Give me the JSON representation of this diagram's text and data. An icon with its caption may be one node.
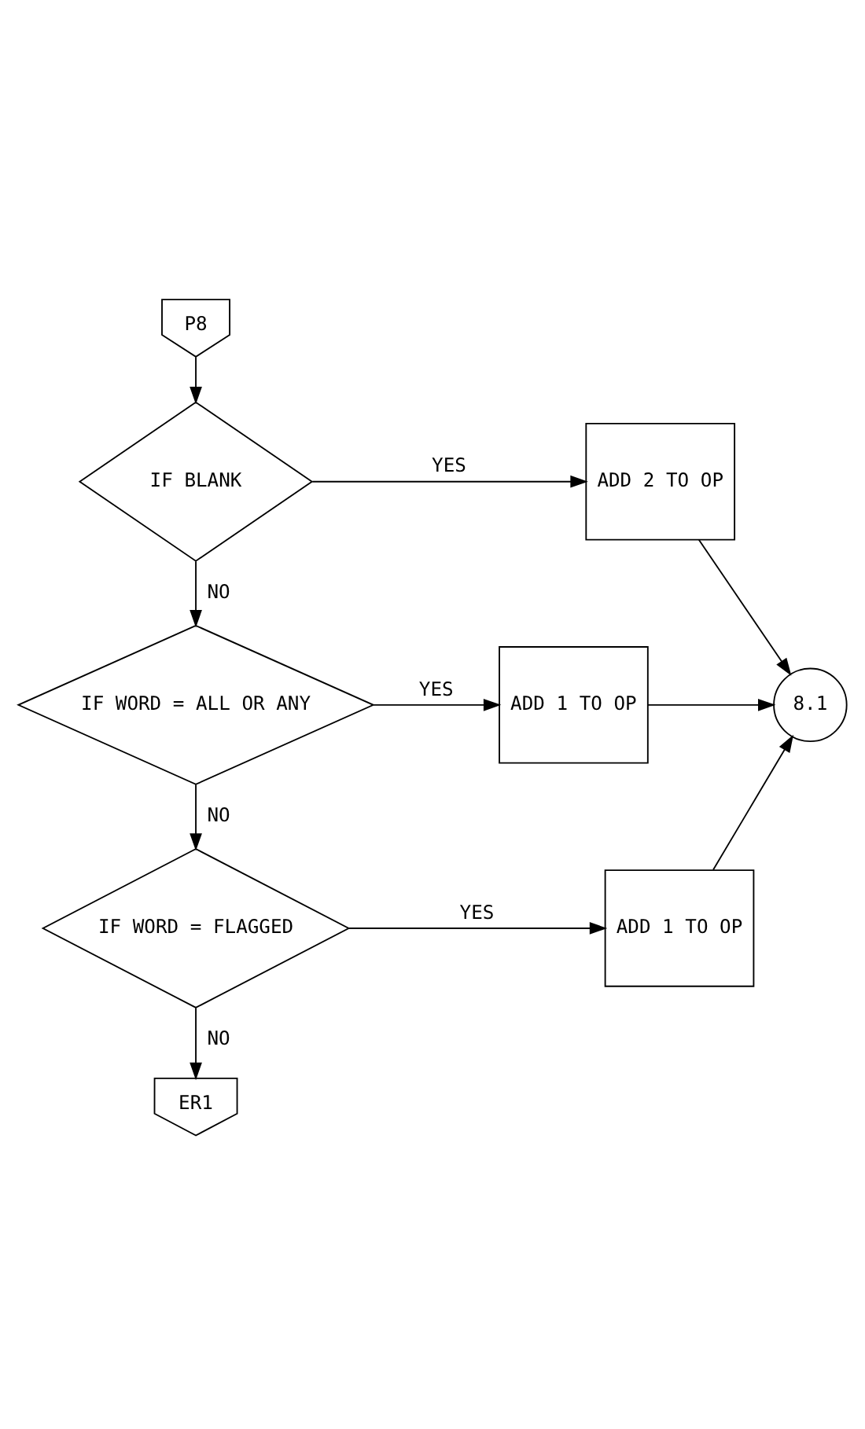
{
  "diagram": {
    "nodes": [
      {
        "text": [
          "P8"
        ]
      },
      {
        "text": [
          "IF BLANK"
        ]
      },
      {
        "text": [
          "ADD 2 TO OP"
        ]
      },
      {
        "text": [
          "IF WORD = ALL OR ANY"
        ]
      },
      {
        "text": [
          "ADD 1 TO OP"
        ]
      },
      {
        "text": [
          "8.1"
        ]
      },
      {
        "text": [
          "IF WORD = FLAGGED"
        ]
      },
      {
        "text": [
          "ADD 1 TO OP"
        ]
      },
      {
        "text": [
          "ER1"
        ]
      }
    ],
    "edges": [
      {
        "from": 0,
        "to": 1,
        "arrow": "to"
      },
      {
        "from": 1,
        "to": 2,
        "label": "YES",
        "arrow": "to"
      },
      {
        "from": 1,
        "to": 3,
        "label": "NO",
        "arrow": "to"
      },
      {
        "from": 3,
        "to": 4,
        "label": "YES",
        "arrow": "to"
      },
      {
        "from": 2,
        "to": 5,
        "arrow": "to"
      },
      {
        "from": 4,
        "to": 5,
        "arrow": "to"
      },
      {
        "from": 3,
        "to": 6,
        "label": "NO",
        "arrow": "to"
      },
      {
        "from": 6,
        "to": 7,
        "label": "YES",
        "arrow": "to"
      },
      {
        "from": 7,
        "to": 5,
        "arrow": "to"
      },
      {
        "from": 6,
        "to": 8,
        "label": "NO",
        "arrow": "to"
      }
    ]
  }
}
